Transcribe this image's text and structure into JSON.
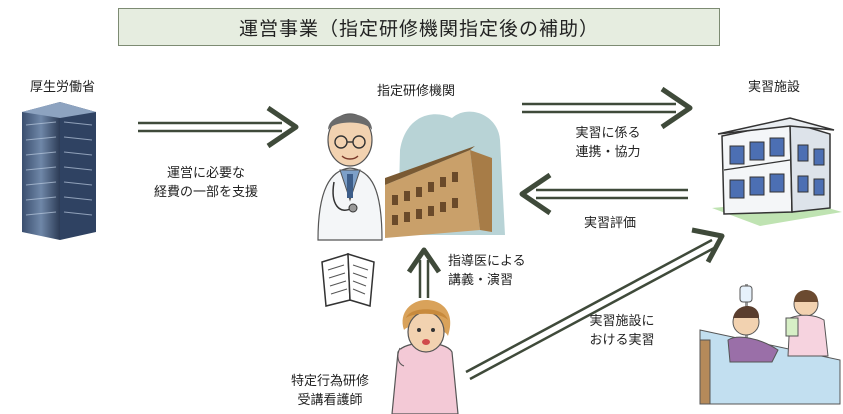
{
  "title": "運営事業（指定研修機関指定後の補助）",
  "actors": {
    "ministry": "厚生労働省",
    "institution": "指定研修機関",
    "facility": "実習施設",
    "nurse": [
      "特定行為研修",
      "受講看護師"
    ]
  },
  "flows": {
    "ministry_to_institution": [
      "運営に必要な",
      "経費の一部を支援"
    ],
    "institution_to_facility": [
      "実習に係る",
      "連携・協力"
    ],
    "facility_to_institution": "実習評価",
    "lecture": [
      "指導医による",
      "講義・演習"
    ],
    "nurse_to_facility": [
      "実習施設に",
      "おける実習"
    ]
  },
  "colors": {
    "arrow": "#3f4a3a",
    "title_bg": "#e6ede0",
    "title_border": "#7d8b73"
  },
  "icons": [
    "office-building-icon",
    "doctor-icon",
    "institution-building-icon",
    "book-icon",
    "hospital-facility-icon",
    "nurse-student-icon",
    "patient-care-icon"
  ]
}
